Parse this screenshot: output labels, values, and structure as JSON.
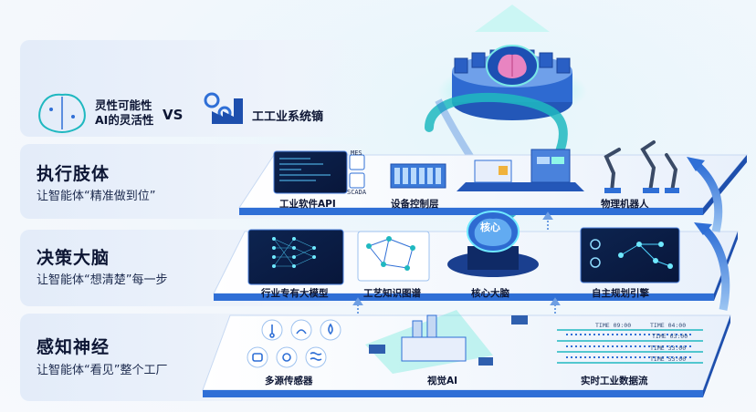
{
  "header": {
    "ai_line1": "灵性可能性",
    "ai_line2": "AI的灵活性",
    "vs": "VS",
    "industry": "工工业系统镝"
  },
  "layers": [
    {
      "title": "执行肢体",
      "subtitle": "让智能体“精准做到位”"
    },
    {
      "title": "决策大脑",
      "subtitle": "让智能体“想清楚”每一步"
    },
    {
      "title": "感知神经",
      "subtitle": "让智能体“看见”整个工厂"
    }
  ],
  "execution": {
    "software_api": "工业软件API",
    "device_control": "设备控制层",
    "robots": "物理机器人",
    "mes": "MES",
    "scada": "SCADA"
  },
  "decision": {
    "model": "行业专有大模型",
    "knowledge": "工艺知识图谱",
    "core_brain": "核心大脑",
    "core_tag": "核心",
    "planning": "自主规划引擎"
  },
  "perception": {
    "sensors": "多源传感器",
    "vision": "视觉AI",
    "stream": "实时工业数据流",
    "times": [
      "TIME 09:00",
      "TIME 04:00",
      "TIME 03:00",
      "TIME 33:00",
      "TIME 53:00"
    ]
  },
  "colors": {
    "accent": "#2f6fd6",
    "teal": "#22c6c9",
    "dark_navy": "#0b1a3d"
  }
}
